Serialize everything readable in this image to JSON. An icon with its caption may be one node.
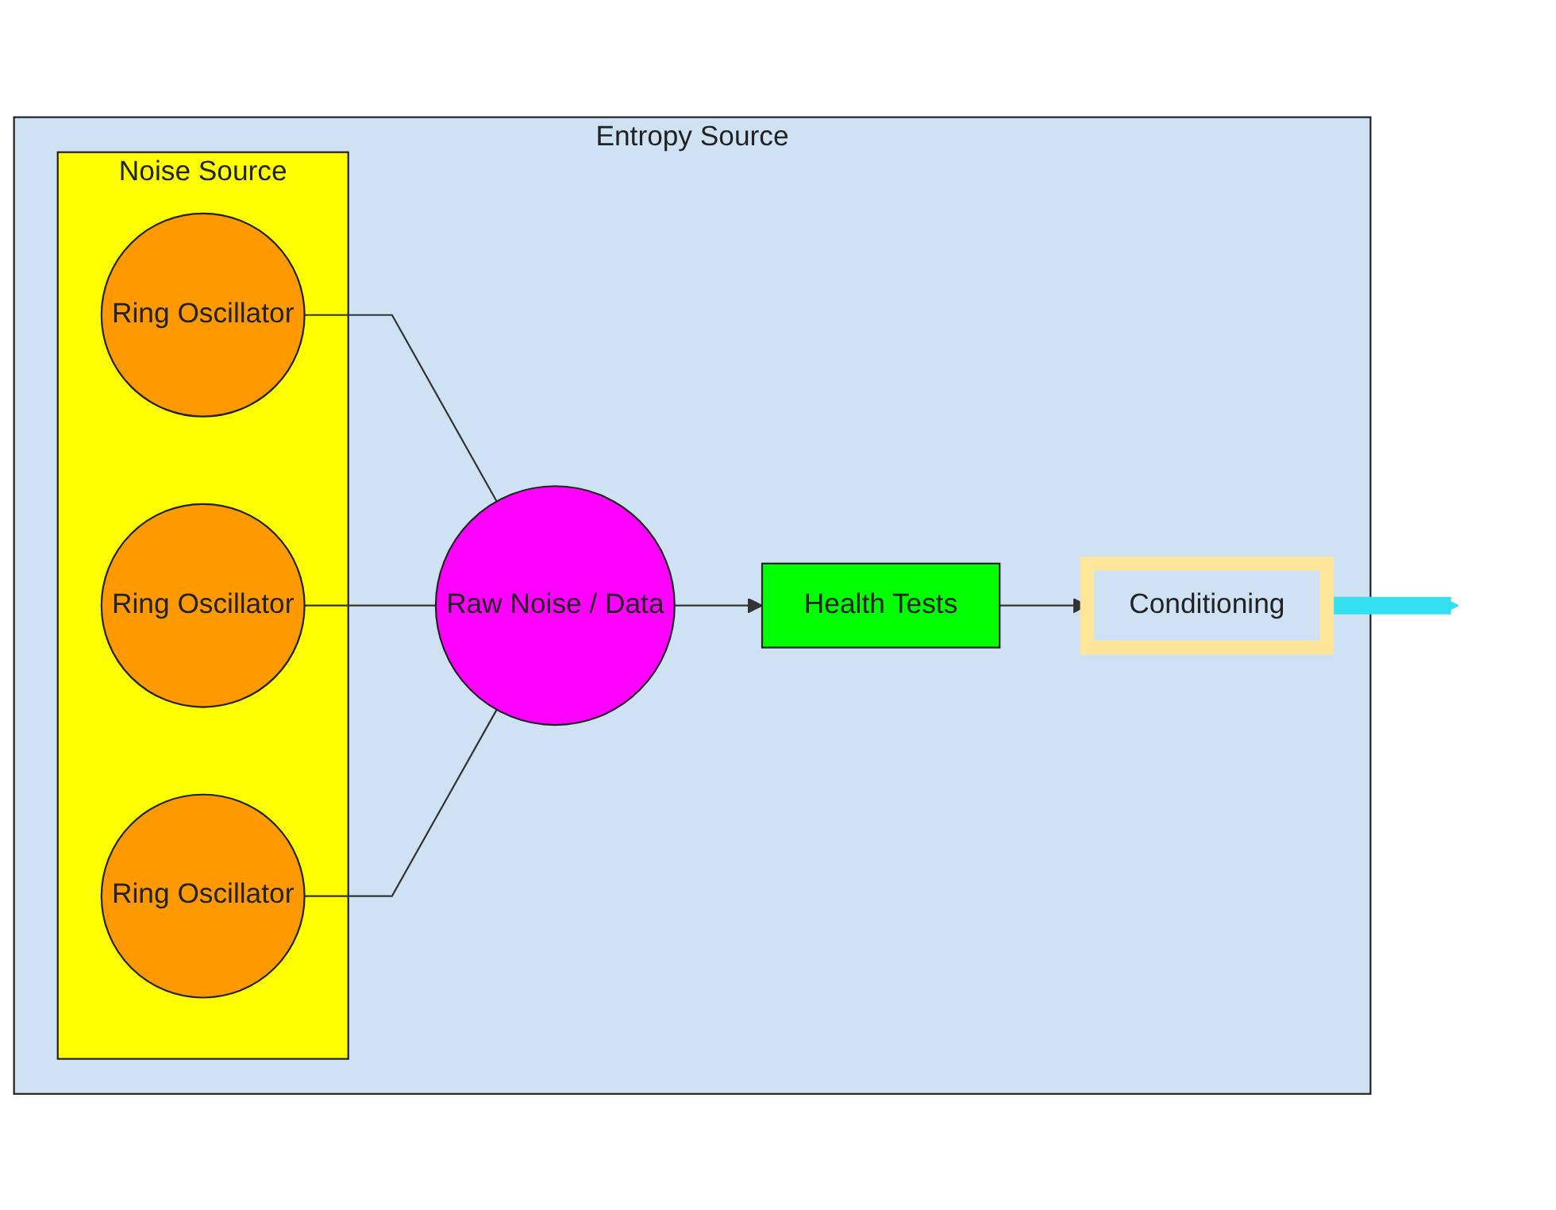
{
  "diagram": {
    "nodes": [
      {
        "text": [
          "Entropy Source"
        ]
      },
      {
        "text": [
          "Noise Source"
        ],
        "in": 0
      },
      {
        "text": [
          "Ring Oscillator"
        ],
        "in": 1
      },
      {
        "text": [
          "Ring Oscillator"
        ],
        "in": 1
      },
      {
        "text": [
          "Ring Oscillator"
        ],
        "in": 1
      },
      {
        "text": [
          "Raw Noise / Data"
        ],
        "in": 0
      },
      {
        "text": [
          "Health Tests"
        ],
        "in": 0
      },
      {
        "text": [
          "Conditioning"
        ],
        "in": 0
      }
    ],
    "edges": [
      {
        "from": 2,
        "to": 5,
        "arrow": "none"
      },
      {
        "from": 3,
        "to": 5,
        "arrow": "none"
      },
      {
        "from": 4,
        "to": 5,
        "arrow": "none"
      },
      {
        "from": 5,
        "to": 6,
        "arrow": "to"
      },
      {
        "from": 6,
        "to": 7,
        "arrow": "to"
      },
      {
        "from": 7,
        "to": null,
        "arrow": "to",
        "style": "thick",
        "color": "#33e0f0"
      }
    ]
  }
}
